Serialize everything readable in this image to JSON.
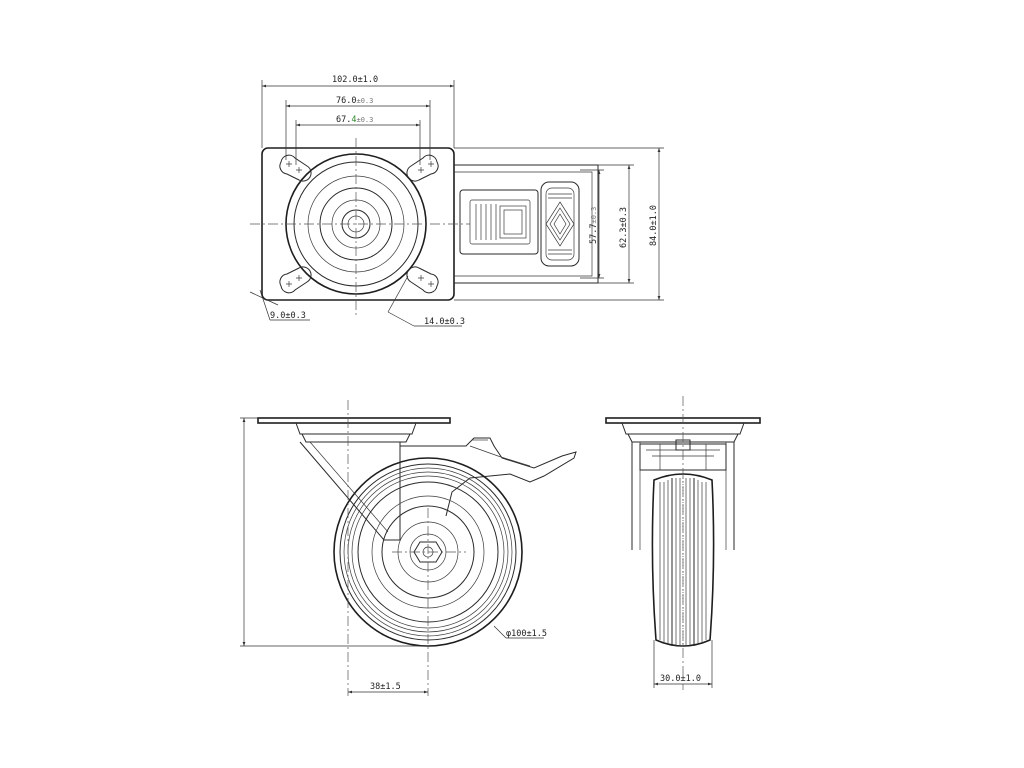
{
  "dimensions": {
    "plate_width": "102.0±1.0",
    "hole_spacing_outer": {
      "main": "76.0",
      "tol": "±0.3"
    },
    "hole_spacing_inner": {
      "main": "67.",
      "highlight": "4",
      "tol": "±0.3"
    },
    "slot_width": "9.0±0.3",
    "slot_length": "14.0±0.3",
    "brake_dim_small": {
      "main": "57.7",
      "tol": "±0.3"
    },
    "brake_dim_mid": "62.3±0.3",
    "overall_length": "84.0±1.0",
    "wheel_diameter": "φ100±1.5",
    "offset": "38±1.5",
    "wheel_width": "30.0±1.0"
  },
  "colors": {
    "line": "#2a2a2a",
    "highlight": "#2a8a2a",
    "tolerance": "#777777"
  }
}
